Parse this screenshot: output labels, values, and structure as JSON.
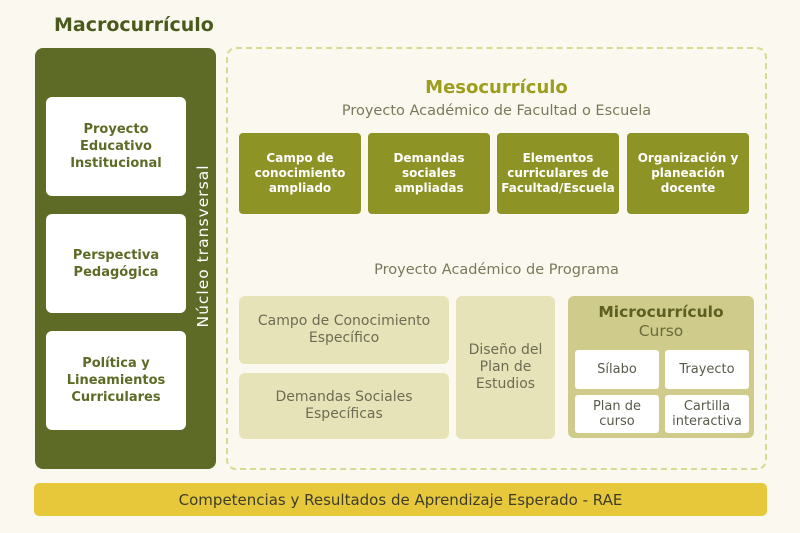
{
  "macro": {
    "title": "Macrocurrículo",
    "boxes": [
      "Proyecto\nEducativo\nInstitucional",
      "Perspectiva\nPedagógica",
      "Política y\nLineamientos\nCurriculares"
    ],
    "vertical_label": "Núcleo transversal"
  },
  "meso": {
    "title": "Mesocurrículo",
    "subtitle": "Proyecto Académico de Facultad o Escuela",
    "boxes": [
      "Campo de\nconocimiento\nampliado",
      "Demandas\nsociales\nampliadas",
      "Elementos\ncurriculares de\nFacultad/Escuela",
      "Organización y\nplaneación\ndocente"
    ]
  },
  "program": {
    "title": "Proyecto Académico de Programa",
    "boxes": [
      "Campo de Conocimiento\nEspecífico",
      "Demandas Sociales\nEspecíficas"
    ],
    "study_plan": "Diseño del\nPlan de\nEstudios"
  },
  "micro": {
    "title": "Microcurrículo",
    "subtitle": "Curso",
    "boxes": [
      "Sílabo",
      "Trayecto",
      "Plan de\ncurso",
      "Cartilla\ninteractiva"
    ]
  },
  "bottom": {
    "label": "Competencias y Resultados de Aprendizaje Esperado - RAE"
  },
  "colors": {
    "macro_panel": "#5d6b27",
    "meso_box": "#8e9326",
    "light_box": "#e7e3b8",
    "micro_panel": "#cfcb8a",
    "bottom_bar": "#e8c83b",
    "dashed_border": "#d5dc91"
  }
}
